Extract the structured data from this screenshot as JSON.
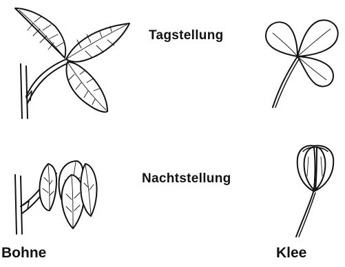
{
  "labels": {
    "day_position": "Tagstellung",
    "night_position": "Nachtstellung",
    "bean": "Bohne",
    "clover": "Klee"
  },
  "colors": {
    "ink": "#111111",
    "background": "#ffffff"
  }
}
